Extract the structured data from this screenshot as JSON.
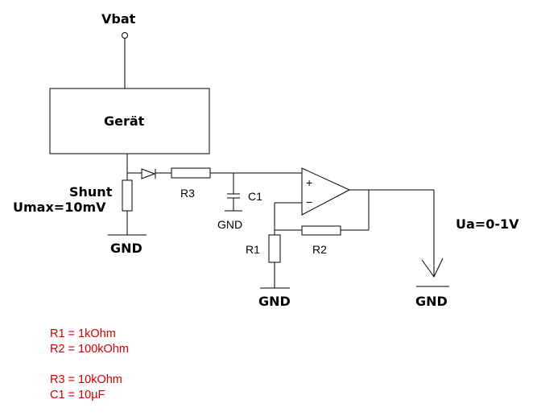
{
  "labels": {
    "vbat": "Vbat",
    "device": "Gerät",
    "shunt": "Shunt",
    "umax": "Umax=10mV",
    "gnd_shunt": "GND",
    "r3": "R3",
    "c1": "C1",
    "gnd_c1": "GND",
    "r1": "R1",
    "r2": "R2",
    "gnd_r1": "GND",
    "gnd_out": "GND",
    "ua": "Ua=0-1V",
    "plus": "+",
    "minus": "−"
  },
  "component_values": {
    "r1": "R1 = 1kOhm",
    "r2": "R2 = 100kOhm",
    "r3": "R3 = 10kOhm",
    "c1": "C1 = 10µF"
  }
}
